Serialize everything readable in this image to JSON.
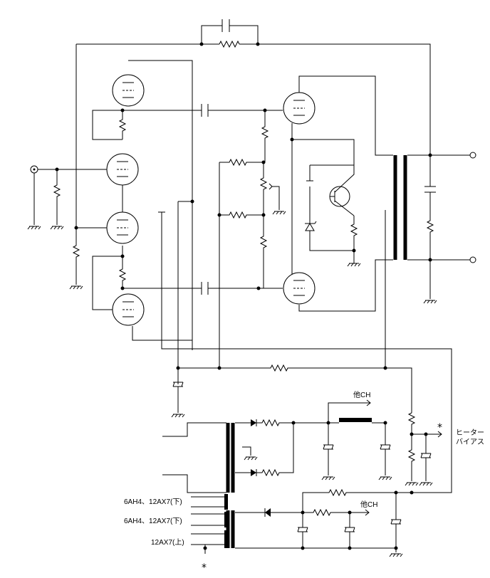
{
  "labels": {
    "other_ch_top": "他CH",
    "other_ch_bottom": "他CH",
    "heater_bias_line1": "ヒーター",
    "heater_bias_line2": "バイアス",
    "winding_1": "6AH4、12AX7(下)",
    "winding_2": "6AH4、12AX7(下)",
    "winding_3": "12AX7(上)",
    "asterisk_right": "*",
    "asterisk_bottom": "*"
  }
}
